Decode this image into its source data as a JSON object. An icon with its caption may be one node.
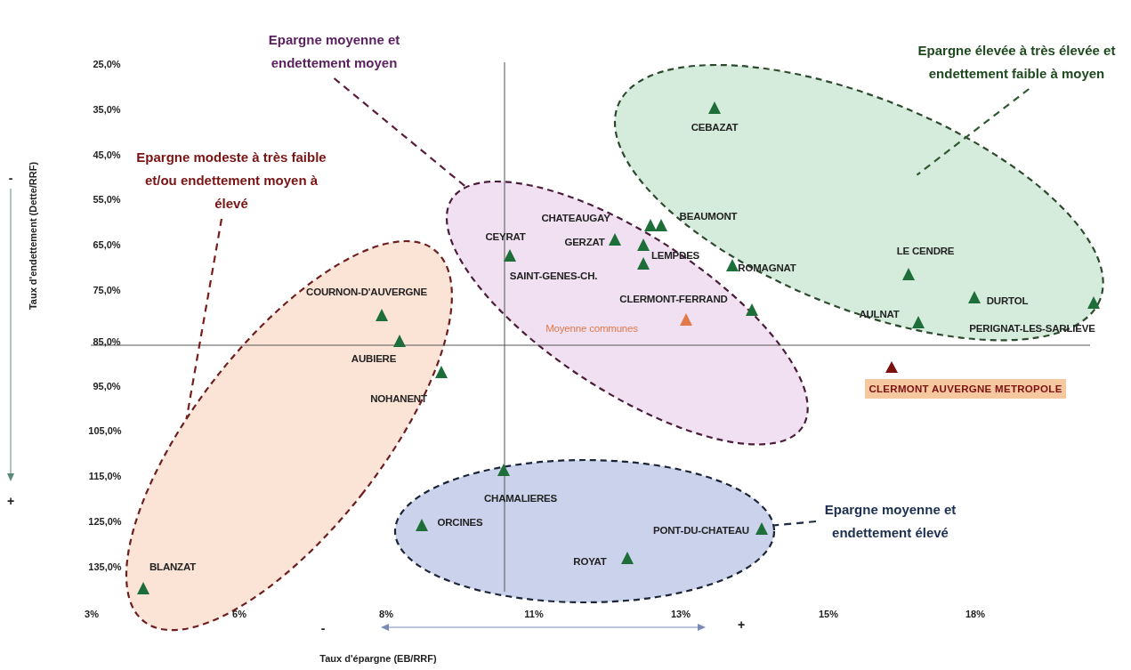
{
  "diagram": {
    "nodes": [
      {
        "text": [],
        "shape": "ellipse"
      },
      {
        "text": [],
        "shape": "ellipse"
      },
      {
        "text": [],
        "shape": "ellipse"
      },
      {
        "text": [],
        "shape": "ellipse"
      },
      {
        "text": [
          "Epargne modeste à très faible et/ou endettement moyen à élevé"
        ]
      },
      {
        "text": [
          "Epargne moyenne et endettement moyen"
        ]
      },
      {
        "text": [
          "Epargne élevée à très élevée et endettement faible à moyen"
        ]
      },
      {
        "text": [
          "Epargne moyenne et endettement élevé"
        ]
      },
      {
        "text": [
          "CLERMONT AUVERGNE METROPOLE"
        ]
      }
    ],
    "edges": [
      {
        "from": 4,
        "to": 0,
        "arrow": "none",
        "style": "dashed",
        "color": "#7a1c1c"
      },
      {
        "from": 5,
        "to": 1,
        "arrow": "none",
        "style": "dashed",
        "color": "#5a1c3c"
      },
      {
        "from": 6,
        "to": 2,
        "arrow": "none",
        "style": "dashed",
        "color": "#2f5a2f"
      },
      {
        "from": 7,
        "to": 3,
        "arrow": "none",
        "style": "dashed",
        "color": "#1c2a44"
      }
    ],
    "labels": [
      "25,0%",
      "35,0%",
      "45,0%",
      "55,0%",
      "65,0%",
      "75,0%",
      "85,0%",
      "95,0%",
      "105,0%",
      "115,0%",
      "125,0%",
      "135,0%",
      "-",
      "Taux d'endettement (Dette/RRF)",
      "+",
      "CEBAZAT",
      "CHATEAUGAY",
      "BEAUMONT",
      "CEYRAT",
      "GERZAT",
      "LEMPDES",
      "LE CENDRE",
      "SAINT-GENES-CH.",
      "ROMAGNAT",
      "COURNON-D'AUVERGNE",
      "CLERMONT-FERRAND",
      "DURTOL",
      "AULNAT",
      "Moyenne communes",
      "PERIGNAT-LES-SARLIEVE",
      "AUBIERE",
      "NOHANENT",
      "CHAMALIERES",
      "ORCINES",
      "PONT-DU-CHATEAU",
      "ROYAT",
      "BLANZAT",
      "3%",
      "6%",
      "8%",
      "11%",
      "13%",
      "15%",
      "18%",
      "-",
      "+",
      "Taux d'épargne (EB/RRF)"
    ]
  }
}
